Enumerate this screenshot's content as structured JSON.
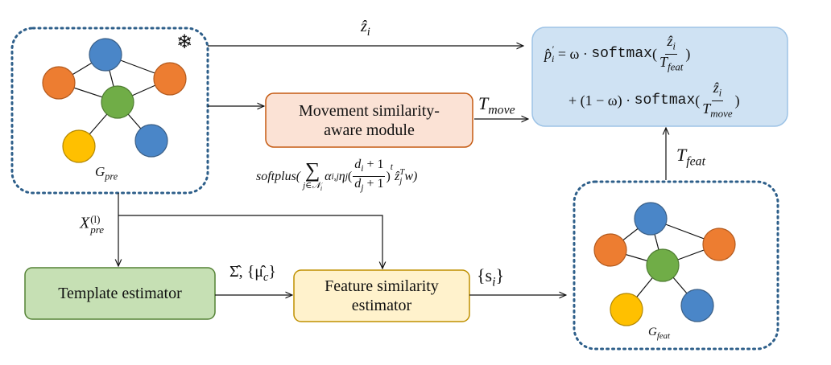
{
  "colors": {
    "blue": "#4a86c8",
    "orange": "#ed7d31",
    "green": "#70ad47",
    "yellow": "#ffc000",
    "dotted_border": "#2e5f8a",
    "movement_box_fill": "#fbe2d5",
    "movement_box_border": "#c55a11",
    "template_box_fill": "#c6e0b4",
    "template_box_border": "#548235",
    "feature_box_fill": "#fff2cc",
    "feature_box_border": "#bf9000",
    "output_box_fill": "#cfe2f3",
    "output_box_border": "#9dc3e6"
  },
  "labels": {
    "g_pre_base": "G",
    "g_pre_sub": "pre",
    "g_feat_base": "G",
    "g_feat_sub": "feat",
    "z_hat": "ẑ",
    "z_hat_sub": "i",
    "t_move_base": "T",
    "t_move_sub": "move",
    "t_feat_base": "T",
    "t_feat_sub": "feat",
    "x_pre_base": "X",
    "x_pre_sup": "(l)",
    "x_pre_sub": "pre",
    "sigma_mu": "Σ̂, {μ̂",
    "sigma_mu_sub": "c",
    "sigma_mu_close": "}",
    "s_i": "{s",
    "s_i_sub": "i",
    "s_i_close": "}",
    "freeze_icon": "❄"
  },
  "boxes": {
    "movement_module": "Movement similarity-aware module",
    "template_estimator": "Template estimator",
    "feature_estimator": "Feature similarity estimator"
  },
  "softplus": {
    "fn": "softplus(",
    "sum": "∑",
    "sum_sub": "j∈𝒩",
    "sum_sub_i": "i",
    "coeff": "α",
    "coeff_sub": "i,j",
    "eta": "η",
    "eta_sub": "j",
    "paren_open": "(",
    "num": "d",
    "num_sub": "i",
    "num_plus": " + 1",
    "den": "d",
    "den_sub": "j",
    "den_plus": " + 1",
    "paren_close": ")",
    "power": "t",
    "z": "ẑ",
    "z_sub": "j",
    "z_sup": "T",
    "tail": "w)"
  },
  "formula": {
    "lhs": "p̂",
    "lhs_sup": "′",
    "lhs_sub": "i",
    "eq": " = ω · ",
    "softmax": "softmax",
    "open": "(",
    "z": "ẑ",
    "z_sub": "i",
    "t": "T",
    "t1_sub": "feat",
    "close": ")",
    "line2_start": "+ (1 − ω) · ",
    "t2_sub": "move"
  }
}
